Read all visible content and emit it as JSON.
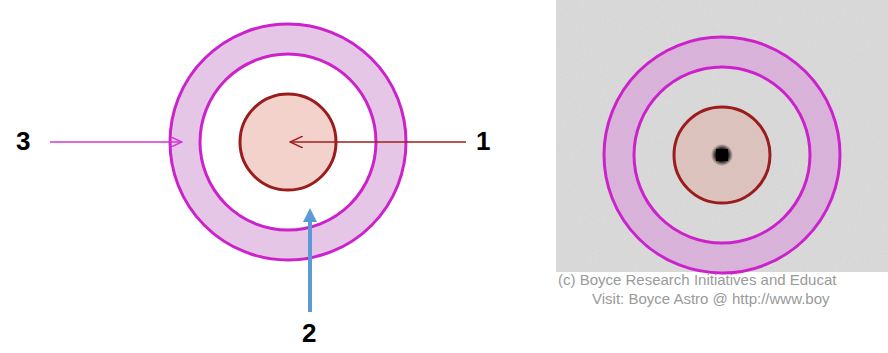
{
  "diagram": {
    "labels": [
      "3",
      "1",
      "2",
      "(c) Boyce Research Initiatives and Educat",
      "Visit: Boyce Astro @ http://www.boy"
    ]
  }
}
